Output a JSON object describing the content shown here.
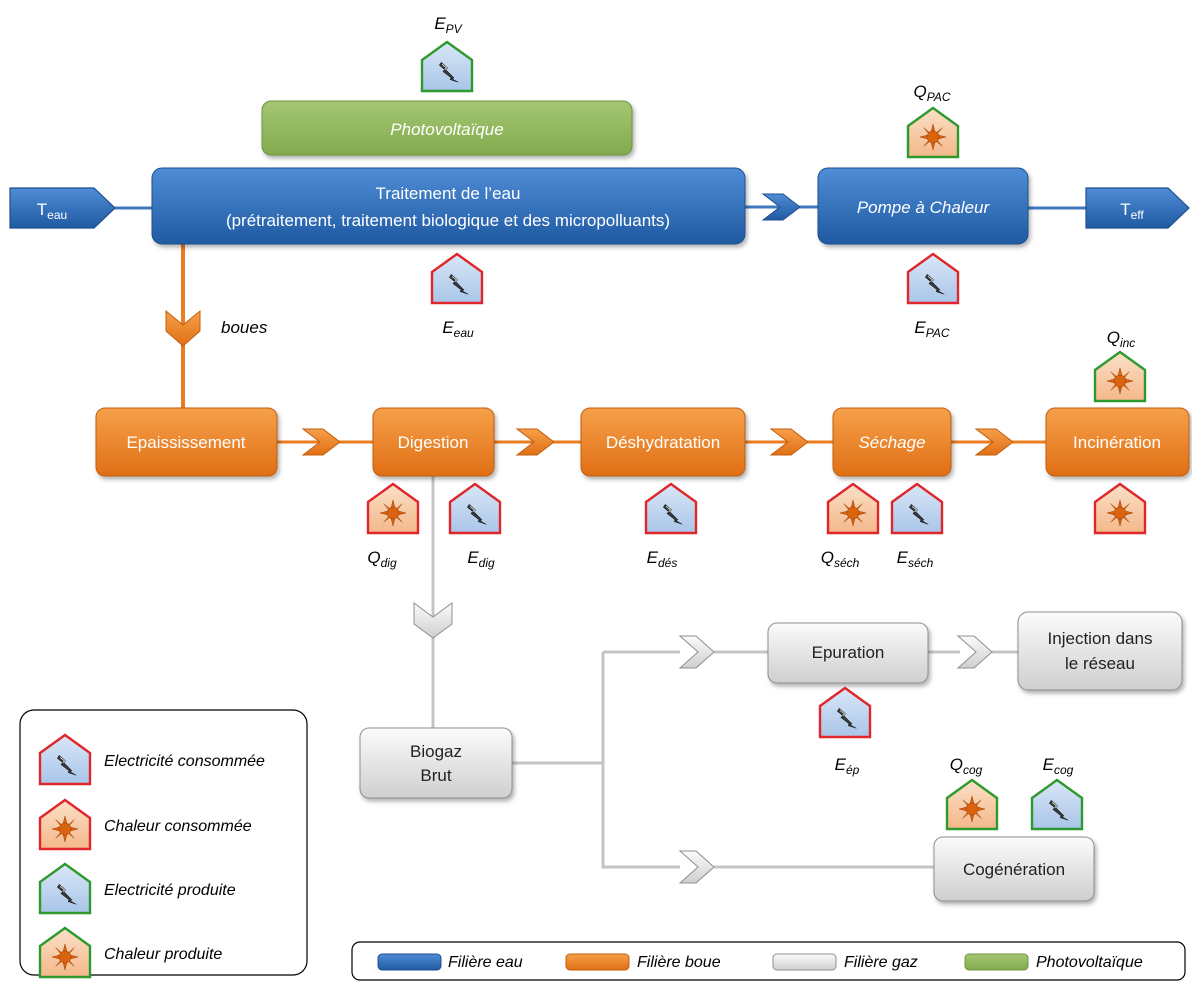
{
  "colors": {
    "water": "#2e6eb5",
    "sludge": "#e97d20",
    "gas": "#d2d2d2",
    "pv": "#8db55a",
    "consumed_border": "#e0262a",
    "produced_border": "#2e9a2e",
    "elec_fill": "#bcd3ee",
    "heat_fill": "#f6c7a0"
  },
  "inputs": {
    "t_eau": {
      "main": "T",
      "sub": "eau"
    },
    "t_eff": {
      "main": "T",
      "sub": "eff"
    }
  },
  "boxes": {
    "photovoltaique": "Photovoltaïque",
    "traitement_line1": "Traitement de l’eau",
    "traitement_line2": "(prétraitement, traitement biologique et des micropolluants)",
    "pompe": "Pompe à Chaleur",
    "epaississement": "Epaississement",
    "digestion": "Digestion",
    "deshydratation": "Déshydratation",
    "sechage": "Séchage",
    "incineration": "Incinération",
    "biogaz_line1": "Biogaz",
    "biogaz_line2": "Brut",
    "epuration": "Epuration",
    "injection_line1": "Injection dans",
    "injection_line2": "le réseau",
    "cogeneration": "Cogénération"
  },
  "flow_labels": {
    "boues": "boues"
  },
  "energy_labels": {
    "e_pv": {
      "main": "E",
      "sub": "PV"
    },
    "q_pac": {
      "main": "Q",
      "sub": "PAC"
    },
    "e_eau": {
      "main": "E",
      "sub": "eau"
    },
    "e_pac": {
      "main": "E",
      "sub": "PAC"
    },
    "q_inc": {
      "main": "Q",
      "sub": "inc"
    },
    "q_dig": {
      "main": "Q",
      "sub": "dig"
    },
    "e_dig": {
      "main": "E",
      "sub": "dig"
    },
    "e_des": {
      "main": "E",
      "sub": "dés"
    },
    "q_sech": {
      "main": "Q",
      "sub": "séch"
    },
    "e_sech": {
      "main": "E",
      "sub": "séch"
    },
    "e_ep": {
      "main": "E",
      "sub": "ép"
    },
    "q_cog": {
      "main": "Q",
      "sub": "cog"
    },
    "e_cog": {
      "main": "E",
      "sub": "cog"
    }
  },
  "legend_icons": {
    "elec_consumed": "Electricité consommée",
    "heat_consumed": "Chaleur consommée",
    "elec_produced": "Electricité produite",
    "heat_produced": "Chaleur produite"
  },
  "legend_lines": {
    "eau": "Filière eau",
    "boue": "Filière boue",
    "gaz": "Filière gaz",
    "pv": "Photovoltaïque"
  }
}
